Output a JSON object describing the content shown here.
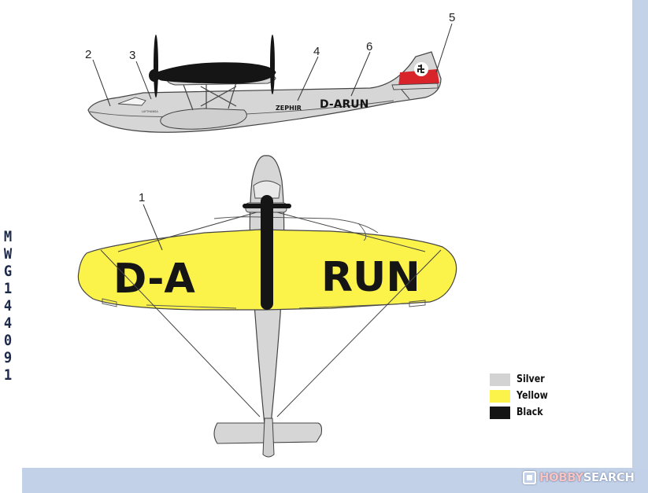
{
  "side_code": [
    "M",
    "W",
    "G",
    "1",
    "4",
    "4",
    "0",
    "9",
    "1"
  ],
  "callouts": [
    "1",
    "2",
    "3",
    "4",
    "5",
    "6"
  ],
  "aircraft": {
    "side_registration": "D-ARUN",
    "side_name": "ZEPHIR",
    "nose_text": "LUFTHANSA",
    "wing_left_text": "D-A",
    "wing_right_text": "RUN"
  },
  "legend": [
    {
      "label": "Silver",
      "color": "#d3d3d3"
    },
    {
      "label": "Yellow",
      "color": "#fbf24a"
    },
    {
      "label": "Black",
      "color": "#151515"
    }
  ],
  "watermark": {
    "hobby": "HOBBY",
    "search": "SEARCH"
  },
  "colors": {
    "silver": "#d3d3d3",
    "yellow": "#fbf24a",
    "black": "#151515",
    "red": "#d9232a",
    "frame": "#c4d2e8"
  }
}
